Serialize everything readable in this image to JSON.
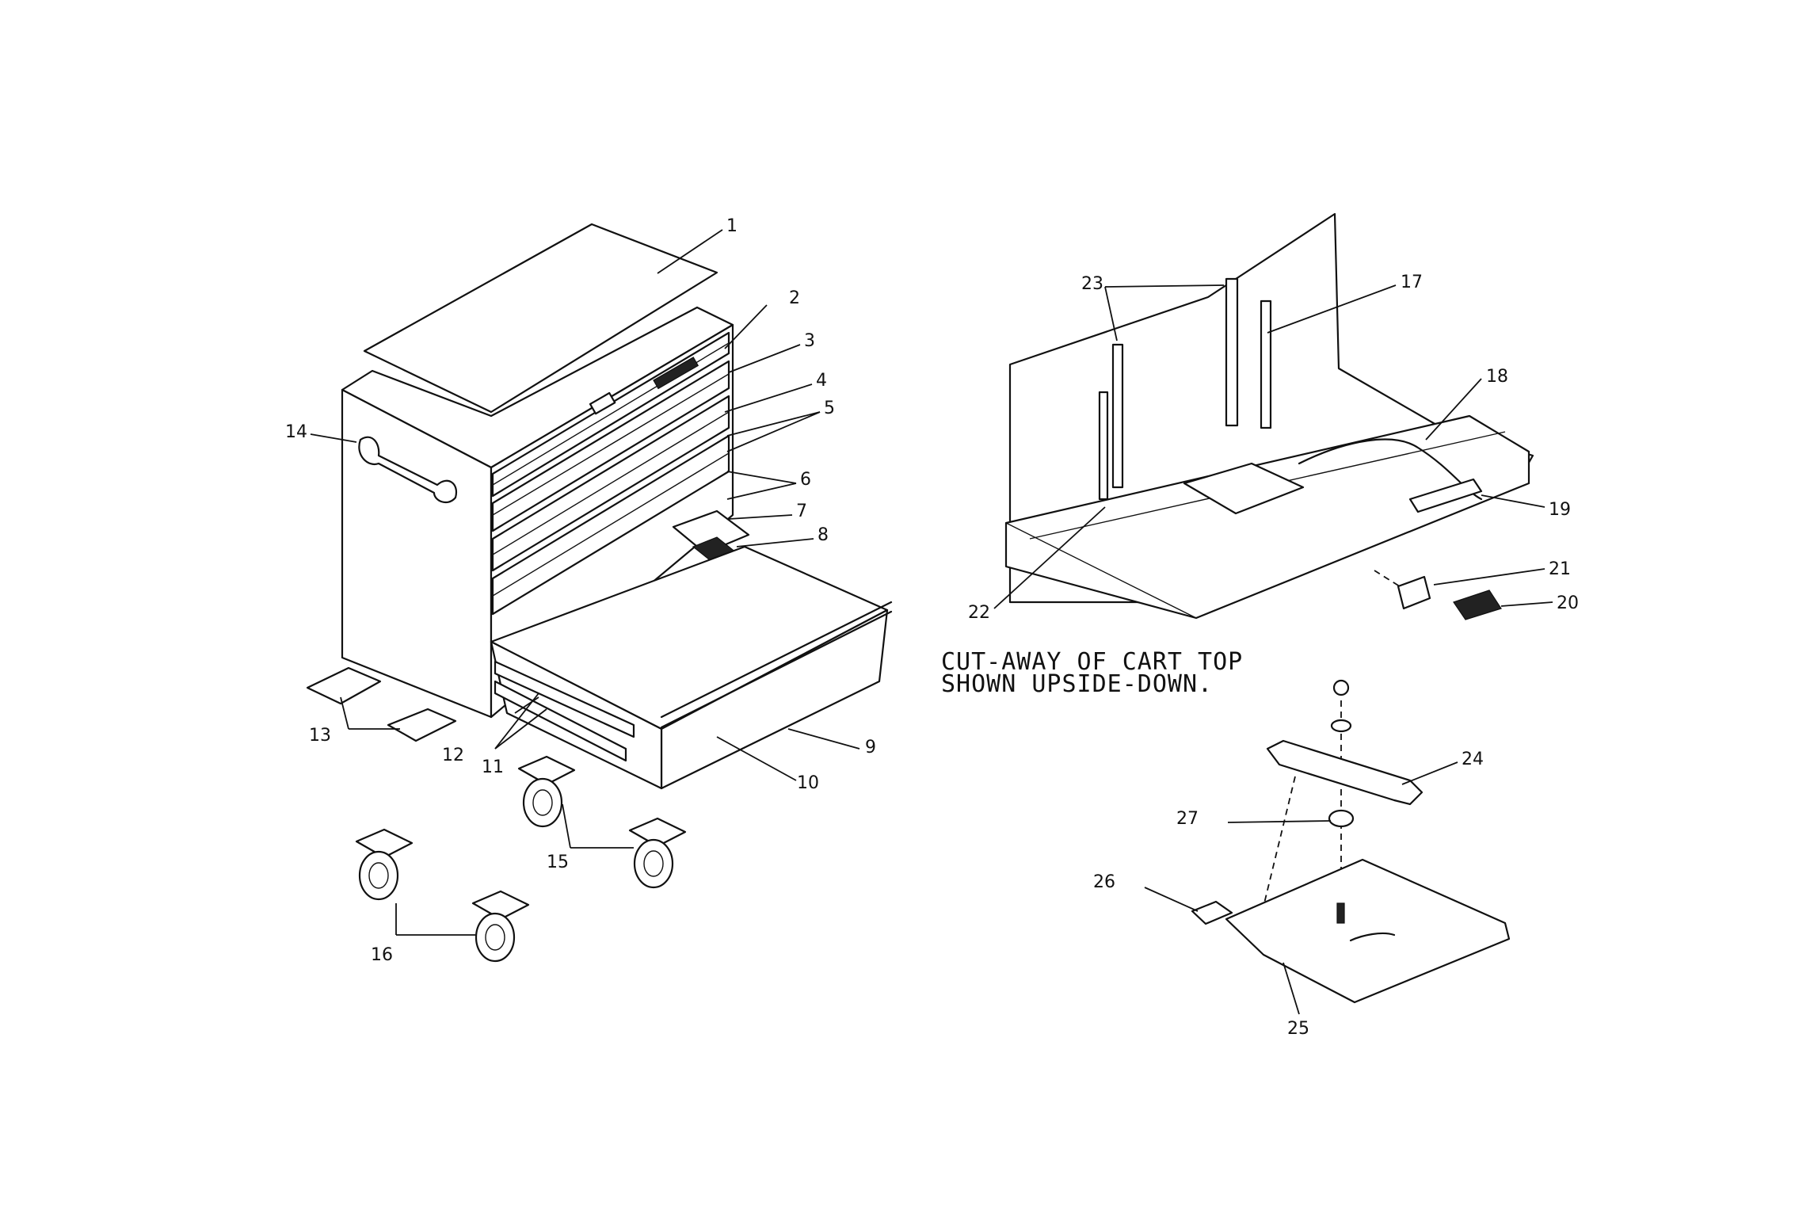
{
  "caption": {
    "line1": "CUT-AWAY OF CART TOP",
    "line2": "SHOWN UPSIDE-DOWN."
  },
  "callouts": {
    "c1": "1",
    "c2": "2",
    "c3": "3",
    "c4": "4",
    "c5": "5",
    "c6": "6",
    "c7": "7",
    "c8": "8",
    "c9": "9",
    "c10": "10",
    "c11": "11",
    "c12": "12",
    "c13": "13",
    "c14": "14",
    "c15": "15",
    "c16": "16",
    "c17": "17",
    "c18": "18",
    "c19": "19",
    "c20": "20",
    "c21": "21",
    "c22": "22",
    "c23": "23",
    "c24": "24",
    "c25": "25",
    "c26": "26",
    "c27": "27"
  }
}
